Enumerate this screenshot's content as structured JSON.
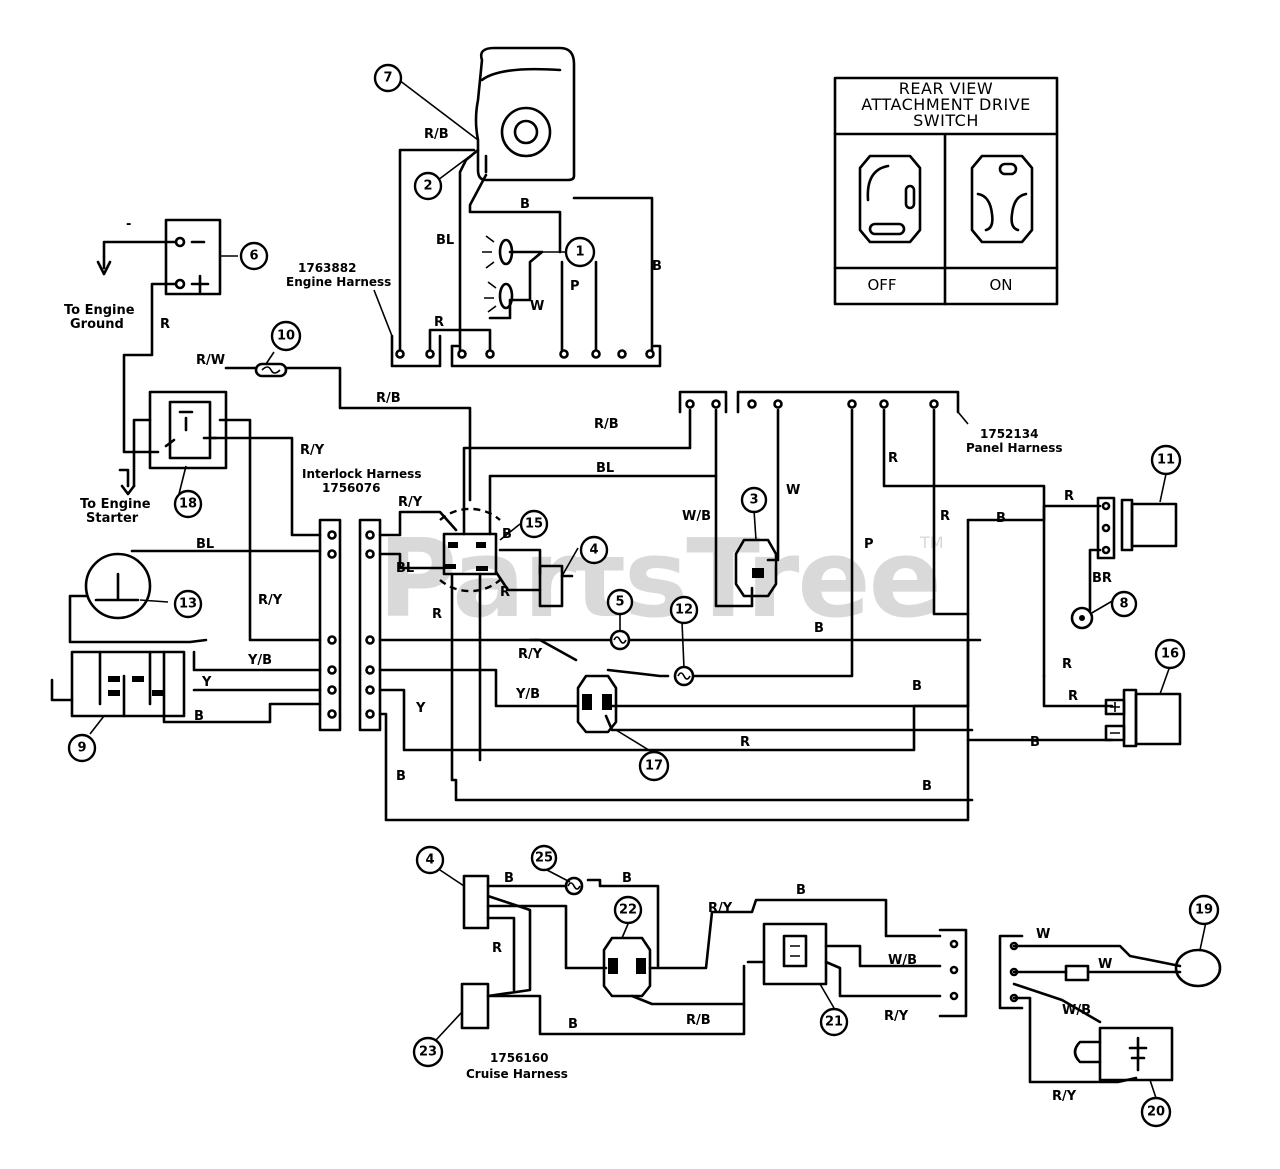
{
  "watermark": {
    "text": "PartsTree",
    "trademark": "TM"
  },
  "switch_box": {
    "title_lines": [
      "REAR VIEW",
      "ATTACHMENT DRIVE",
      "SWITCH"
    ],
    "off_label": "OFF",
    "on_label": "ON"
  },
  "callouts": {
    "c1": "1",
    "c2": "2",
    "c3": "3",
    "c4a": "4",
    "c4b": "4",
    "c5": "5",
    "c6": "6",
    "c7": "7",
    "c8": "8",
    "c9": "9",
    "c10": "10",
    "c11": "11",
    "c12": "12",
    "c13": "13",
    "c15": "15",
    "c16": "16",
    "c17": "17",
    "c18": "18",
    "c19": "19",
    "c20": "20",
    "c21": "21",
    "c22": "22",
    "c23": "23",
    "c25": "25"
  },
  "harnesses": {
    "engine": [
      "1763882",
      "Engine Harness"
    ],
    "panel": [
      "1752134",
      "Panel Harness"
    ],
    "interlock": [
      "Interlock Harness",
      "1756076"
    ],
    "cruise": [
      "1756160",
      "Cruise Harness"
    ]
  },
  "notes": {
    "engine_ground": [
      "To Engine",
      "Ground"
    ],
    "engine_starter": [
      "To Engine",
      "Starter"
    ],
    "battery_neg": "-"
  },
  "wire_labels": {
    "rb1": "R/B",
    "b1": "B",
    "bl1": "BL",
    "p1": "P",
    "w1": "W",
    "b2": "B",
    "r1": "R",
    "rw": "R/W",
    "rb2": "R/B",
    "r2": "R",
    "ry1": "R/Y",
    "rb3": "R/B",
    "bl2": "BL",
    "ry2": "R/Y",
    "b3": "B",
    "r3": "R",
    "bl3": "BL",
    "r4": "R",
    "ws1": "W/B",
    "w2": "W",
    "p2": "P",
    "r5": "R",
    "r6": "R",
    "b4": "B",
    "r7": "R",
    "br": "BR",
    "r8": "R",
    "r9": "R",
    "bl4": "BL",
    "ry3": "R/Y",
    "yb1": "Y/B",
    "y1": "Y",
    "b5": "B",
    "ry4": "R/Y",
    "yb2": "Y/B",
    "y2": "Y",
    "b6": "B",
    "b7": "B",
    "r10": "R",
    "b8": "B",
    "b9": "B",
    "b10": "B",
    "b11": "B",
    "b12": "B",
    "r11": "R",
    "b13": "B",
    "ry5": "R/Y",
    "b14": "B",
    "rb4": "R/B",
    "wb2": "W/B",
    "ry6": "R/Y",
    "w3": "W",
    "w4": "W",
    "wb3": "W/B",
    "ry7": "R/Y"
  }
}
